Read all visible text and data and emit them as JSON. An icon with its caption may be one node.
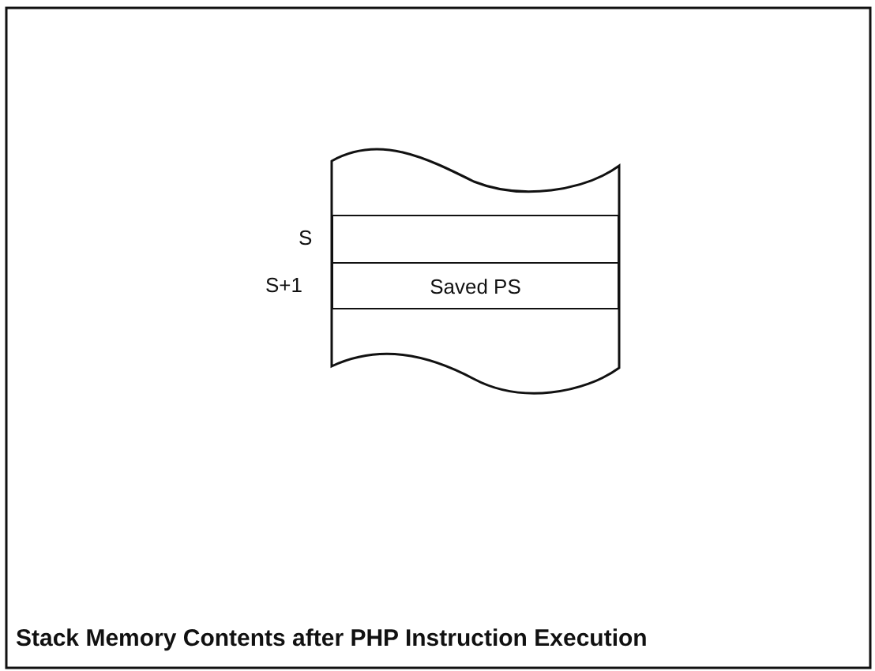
{
  "diagram": {
    "caption": "Stack Memory Contents after PHP Instruction Execution",
    "nodes": [
      {
        "text": [],
        "shape": "box"
      },
      {
        "text": [
          "Saved PS"
        ]
      }
    ],
    "edges": [],
    "labels": [
      "S",
      "S+1"
    ]
  }
}
